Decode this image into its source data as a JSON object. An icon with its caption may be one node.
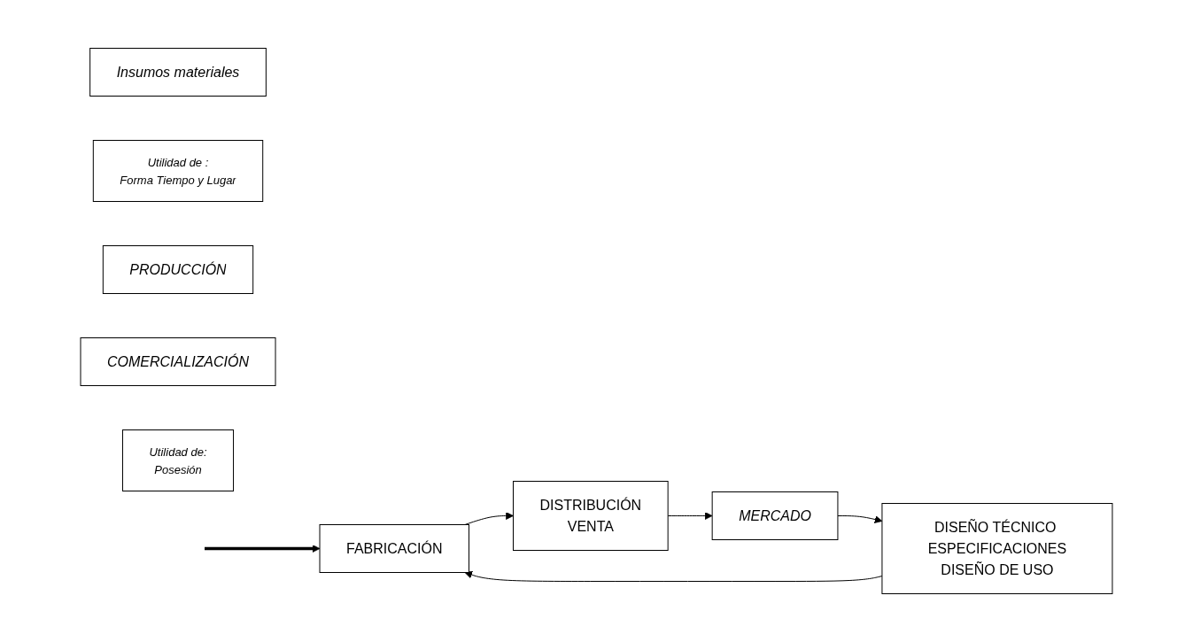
{
  "diagram": {
    "nodes": [
      {
        "text": [
          "Insumos materiales"
        ]
      },
      {
        "text": [
          "FABRICACIÓN"
        ]
      },
      {
        "text": [
          "Utilidad de :",
          "Forma Tiempo y Lugar"
        ]
      },
      {
        "text": [
          "PRODUCCIÓN"
        ]
      },
      {
        "text": [
          "DISEÑO TÉCNICO ESPECIFICACIONES",
          "DISEÑO DE USO"
        ]
      },
      {
        "text": [
          "DISTRIBUCIÓN",
          "VENTA"
        ]
      },
      {
        "text": [
          "COMERCIALIZACIÓN"
        ]
      },
      {
        "text": [
          "MERCADO"
        ]
      },
      {
        "text": [
          "Utilidad de:",
          "Posesión"
        ]
      }
    ],
    "edges": [
      {
        "from": null,
        "to": 1,
        "arrow": "to",
        "style": "thick"
      },
      {
        "from": 4,
        "to": 1,
        "arrow": "to"
      },
      {
        "from": 1,
        "to": 5,
        "arrow": "to"
      },
      {
        "from": 5,
        "to": 7,
        "arrow": "to"
      },
      {
        "from": 7,
        "to": 4,
        "arrow": "to"
      }
    ]
  }
}
